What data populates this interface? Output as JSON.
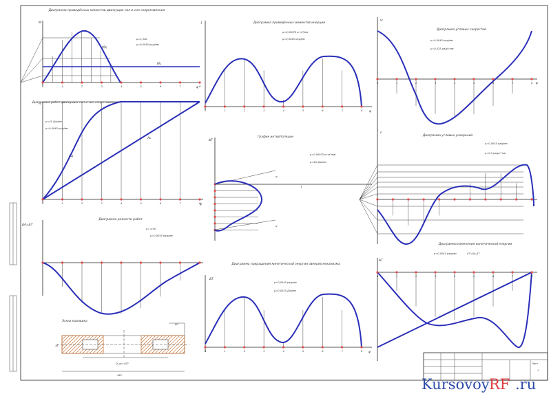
{
  "titles": {
    "p1": "Диаграмма приведённых моментов движущих сил и сил сопротивления",
    "p2": "Диаграмма работ движущих сил и сил сопротивления",
    "p3": "Диаграмма разности работ",
    "p4": "Диаграмма приведённых моментов инерции",
    "p5": "График интерполяции",
    "p6": "Диаграмма приращения кинетической энергии звеньев механизма",
    "p7": "Диаграмма угловых скоростей",
    "p8": "Диаграмма угловых ускорений",
    "p9": "Диаграмма изменения кинетической энергии",
    "p10": "Эскиз маховика"
  },
  "labels": {
    "y1": "M",
    "mc": "Mc",
    "md": "Mд",
    "phi": "φ",
    "y2": "A",
    "a_label": "Aд",
    "ac_label": "Ac",
    "y3": "ΔA=ΔT",
    "y4": "J",
    "y6": "ΔT",
    "y7": "ω",
    "y8": "ε",
    "y9": "ΔT",
    "t_axis": "t"
  },
  "scales": {
    "p1": [
      "μ=1/ мм",
      "μ=0,0045 рад/мм"
    ],
    "p2": [
      "μ=40 Дж/мм",
      "μ=0,0045 рад/мм"
    ],
    "p3": [
      "μ= μ·40",
      "μ=0,0045 рад/мм"
    ],
    "p4": [
      "μ=0,00075 кг·м²/мм",
      "μ=0,0045 рад/мм"
    ],
    "p5": [
      "μ=0,00075 кг·м²/мм",
      "μ=40 Дж/мм"
    ],
    "p6": [
      "μ=0,0045 рад/мм",
      "μ=0,0025 Дж/мм"
    ],
    "p7": [
      "μ=0,0045 рад/мм",
      "μ=0,025 рад/с·мм"
    ],
    "p8": [
      "μ=0,0045 рад/мм",
      "μ=0,5 рад/с²·мм"
    ],
    "p9": [
      "μ=0,0045 рад/мм",
      "ΔT=ΔA-ΔT"
    ]
  },
  "flywheel": {
    "d_label": "D_ср=452",
    "width": "80",
    "hub": "16",
    "total": "452"
  },
  "ticks": [
    "0",
    "1",
    "2",
    "3",
    "4",
    "5",
    "6",
    "7",
    "8"
  ],
  "title_block": {
    "sheet_label": "Лист",
    "sheet_no": "1"
  },
  "watermark": {
    "part1": "Kursovoy",
    "part2": "RF",
    "part3": ".ru"
  }
}
